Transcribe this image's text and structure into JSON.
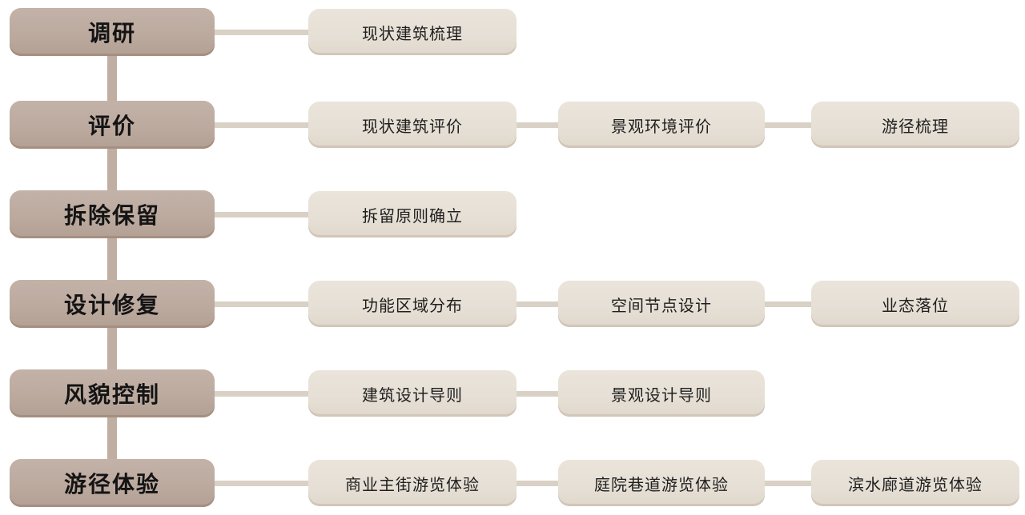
{
  "diagram": {
    "type": "process-flowchart",
    "orientation": "vertical stages with horizontal sub-items",
    "colors": {
      "stage_box": "#bcaa9f",
      "stage_box_edge": "#a68f80",
      "item_box": "#e6dfd5",
      "item_box_edge": "#d1c6b8",
      "connector": "#d9d1c6",
      "vertical_connector": "#c0aea3",
      "text": "#1f1f1f",
      "background": "#ffffff"
    }
  },
  "rows": [
    {
      "label": "调研",
      "items": [
        "现状建筑梳理"
      ]
    },
    {
      "label": "评价",
      "items": [
        "现状建筑评价",
        "景观环境评价",
        "游径梳理"
      ]
    },
    {
      "label": "拆除保留",
      "items": [
        "拆留原则确立"
      ]
    },
    {
      "label": "设计修复",
      "items": [
        "功能区域分布",
        "空间节点设计",
        "业态落位"
      ]
    },
    {
      "label": "风貌控制",
      "items": [
        "建筑设计导则",
        "景观设计导则"
      ]
    },
    {
      "label": "游径体验",
      "items": [
        "商业主街游览体验",
        "庭院巷道游览体验",
        "滨水廊道游览体验"
      ]
    }
  ]
}
